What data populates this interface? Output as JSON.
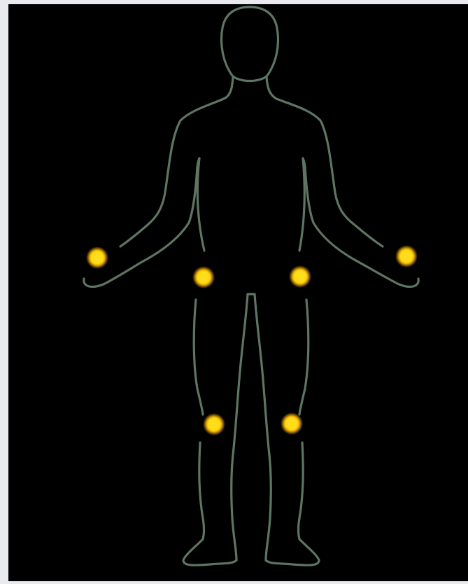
{
  "colors": {
    "page_background": "#e9eaee",
    "panel_background": "#000000",
    "outline": "#5e7563",
    "marker_core": "#ffdd1a",
    "marker_glow": "#f6a800"
  },
  "figure": {
    "subject": "human-body-outline",
    "view": "front"
  },
  "markers": [
    {
      "name": "marker-right-hand"
    },
    {
      "name": "marker-right-hip"
    },
    {
      "name": "marker-left-hip"
    },
    {
      "name": "marker-left-hand"
    },
    {
      "name": "marker-right-knee"
    },
    {
      "name": "marker-left-knee"
    }
  ]
}
